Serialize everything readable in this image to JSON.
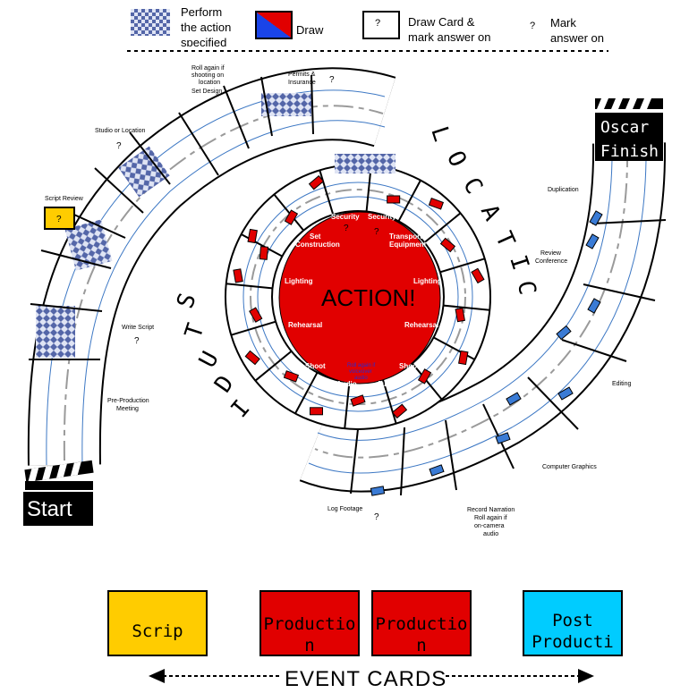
{
  "colors": {
    "red": "#e10000",
    "yellow": "#ffcc00",
    "cyan": "#00ccff",
    "blue": "#3a7bd5",
    "track": "#ffffff"
  },
  "legend": {
    "perform_line1": "Perform",
    "perform_line2": "the action",
    "perform_line3": "specified",
    "draw": "Draw",
    "drawcard_symbol": "?",
    "drawcard_line1": "Draw Card &",
    "drawcard_line2": "mark answer on",
    "mark_symbol": "?",
    "mark_line1": "Mark",
    "mark_line2": "answer on"
  },
  "board": {
    "start": "Start",
    "finish_line1": "Oscar",
    "finish_line2": "Finish",
    "center": "ACTION!",
    "studio_letters": [
      "S",
      "T",
      "U",
      "D",
      "I"
    ],
    "location_letters": [
      "L",
      "O",
      "C",
      "A",
      "T",
      "I",
      "C"
    ]
  },
  "labels": {
    "rollagain_1": "Roll again if",
    "rollagain_2": "shooting on",
    "rollagain_3": "location",
    "rollagain_4": "Set Design",
    "permits_1": "Permits &",
    "permits_2": "Insurance",
    "permits_q": "?",
    "studio_loc": "Studio or Location",
    "studio_loc_q": "?",
    "script_review": "Script Review",
    "script_review_q": "?",
    "write_script": "Write Script",
    "write_script_q": "?",
    "preprod_1": "Pre-Production",
    "preprod_2": "Meeting",
    "duplication": "Duplication",
    "review_1": "Review",
    "review_2": "Conference",
    "editing": "Editing",
    "cg": "Computer Graphics",
    "narr_1": "Record Narration",
    "narr_2": "Roll again if",
    "narr_3": "on-camera",
    "narr_4": "audio",
    "logfootage": "Log Footage",
    "logfootage_q": "?"
  },
  "inner": {
    "security_l": "Security",
    "security_r": "Security",
    "q1": "?",
    "q2": "?",
    "setcon_1": "Set",
    "setcon_2": "Construction",
    "transport_1": "Transport",
    "transport_2": "Equipment",
    "lighting_l": "Lighting",
    "lighting_r": "Lighting",
    "rehearsal_l": "Rehearsal",
    "rehearsal_r": "Rehearsal",
    "shoot_l": "Shoot",
    "shoot_r": "Shoot",
    "audio_l": "Audio",
    "audio_r": "Audio",
    "rollagain_c1": "Roll again if",
    "rollagain_c2": "voiceover",
    "rollagain_c3": "audio"
  },
  "cards": {
    "script": "Scrip",
    "prod1": "Production",
    "prod2": "Production",
    "post": "Post Producti"
  },
  "event_cards": "EVENT CARDS"
}
